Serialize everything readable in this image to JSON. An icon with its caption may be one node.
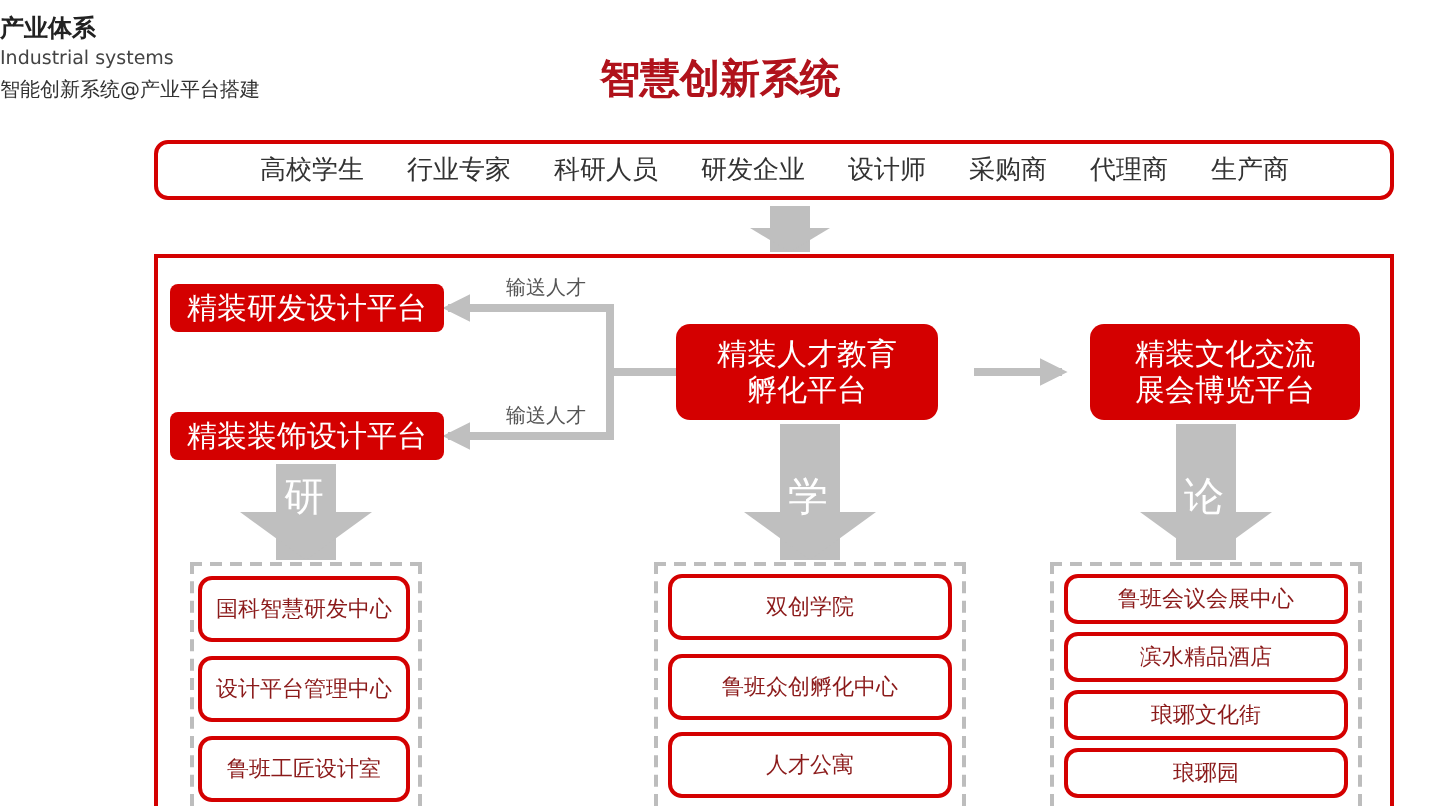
{
  "diagram": {
    "title": "智慧创新系统",
    "nodes": [
      {
        "text": [
          "高校学生",
          "行业专家",
          "科研人员",
          "研发企业",
          "设计师",
          "采购商",
          "代理商",
          "生产商"
        ]
      },
      {
        "text": [],
        "shape": "box"
      },
      {
        "text": [
          "精装研发设计平台"
        ],
        "in": 1
      },
      {
        "text": [
          "精装装饰设计平台"
        ],
        "in": 1
      },
      {
        "text": [
          "精装人才教育孵化平台"
        ],
        "in": 1
      },
      {
        "text": [
          "精装文化交流展会博览平台"
        ],
        "in": 1
      },
      {
        "text": [],
        "shape": "box",
        "in": 1
      },
      {
        "text": [
          "国科智慧研发中心"
        ],
        "in": 6
      },
      {
        "text": [
          "设计平台管理中心"
        ],
        "in": 6
      },
      {
        "text": [
          "鲁班工匠设计室"
        ],
        "in": 6
      },
      {
        "text": [],
        "shape": "box",
        "in": 1
      },
      {
        "text": [
          "双创学院"
        ],
        "in": 10
      },
      {
        "text": [
          "鲁班众创孵化中心"
        ],
        "in": 10
      },
      {
        "text": [
          "人才公寓"
        ],
        "in": 10
      },
      {
        "text": [],
        "shape": "box",
        "in": 1
      },
      {
        "text": [
          "鲁班会议会展中心"
        ],
        "in": 14
      },
      {
        "text": [
          "滨水精品酒店"
        ],
        "in": 14
      },
      {
        "text": [
          "琅琊文化街"
        ],
        "in": 14
      },
      {
        "text": [
          "琅琊园"
        ],
        "in": 14
      }
    ],
    "edges": [
      {
        "from": 0,
        "to": 1,
        "arrow": "to"
      },
      {
        "from": 4,
        "to": 2,
        "arrow": "to",
        "label": "输送人才"
      },
      {
        "from": 4,
        "to": 3,
        "arrow": "to",
        "label": "输送人才"
      },
      {
        "from": 4,
        "to": 5,
        "arrow": "to"
      },
      {
        "from": 3,
        "to": 6,
        "arrow": "to",
        "label": "研"
      },
      {
        "from": 4,
        "to": 10,
        "arrow": "to",
        "label": "学"
      },
      {
        "from": 5,
        "to": 14,
        "arrow": "to",
        "label": "论"
      }
    ],
    "labels": [
      "产业体系",
      "Industrial systems",
      "智能创新系统@产业平台搭建"
    ]
  }
}
